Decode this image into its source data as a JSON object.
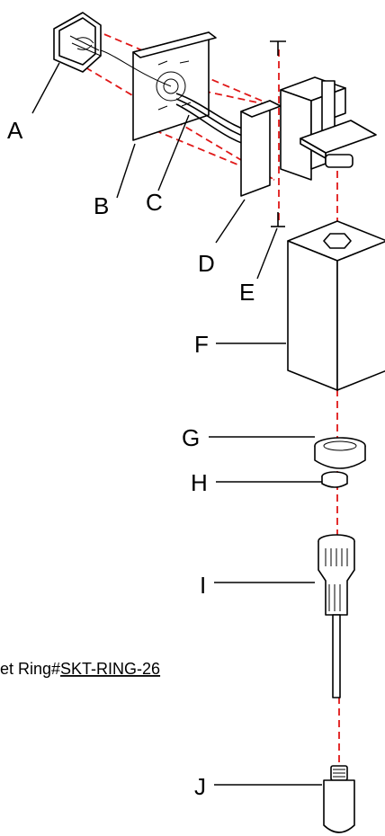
{
  "parts": [
    {
      "label": "A",
      "icon": "junction-box-icon"
    },
    {
      "label": "B",
      "icon": "mounting-plate-icon"
    },
    {
      "label": "C",
      "icon": "wire-bundle-icon"
    },
    {
      "label": "D",
      "icon": "wall-bracket-icon"
    },
    {
      "label": "E",
      "icon": "screw-icon"
    },
    {
      "label": "F",
      "icon": "square-shade-icon"
    },
    {
      "label": "G",
      "icon": "shade-ring-icon"
    },
    {
      "label": "H",
      "icon": "socket-ring-icon"
    },
    {
      "label": "I",
      "icon": "socket-icon"
    },
    {
      "label": "J",
      "icon": "bulb-icon"
    }
  ],
  "note": {
    "prefix": "et Ring#",
    "part_number": "SKT-RING-26"
  },
  "colors": {
    "assembly_line": "#e01818",
    "drawing": "#000000",
    "background": "#ffffff"
  }
}
